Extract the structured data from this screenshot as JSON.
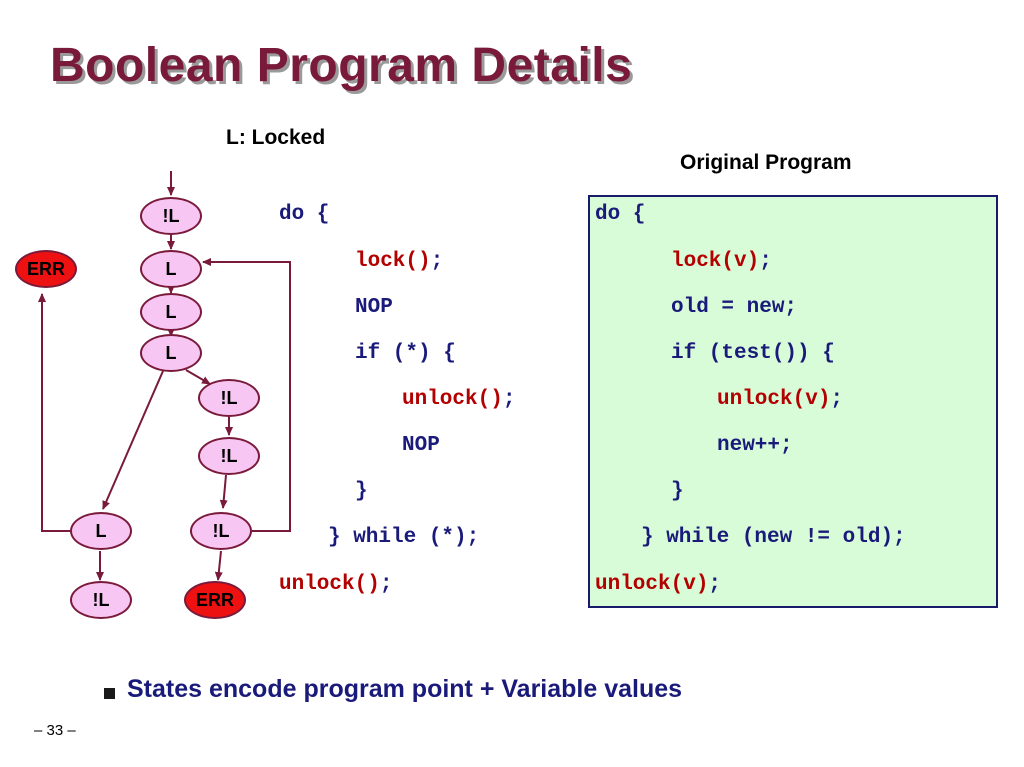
{
  "title": "Boolean Program Details",
  "legend_label": "L: Locked",
  "original_caption": "Original Program",
  "colors": {
    "title": "#7a1a3a",
    "code_blue": "#1a1a7a",
    "code_red": "#b30000",
    "node_fill": "#f7c6f3",
    "err_fill": "#ee1111",
    "edge": "#7a1a3a",
    "orig_box_fill": "#d8fcd8"
  },
  "nodes": {
    "n1": "!L",
    "n2": "L",
    "n3": "L",
    "n4": "L",
    "err_left": "ERR",
    "n5": "!L",
    "n6": "!L",
    "n7": "!L",
    "n8": "L",
    "n9": "!L",
    "err_bottom": "ERR"
  },
  "bool_program": {
    "line1": "do {",
    "line2_call": "lock()",
    "line2_semi": ";",
    "line3": "NOP",
    "line4": "if (*) {",
    "line5_call": "unlock()",
    "line5_semi": ";",
    "line6": "NOP",
    "line7": "}",
    "line8": "} while (*);",
    "line9_call": "unlock()",
    "line9_semi": ";"
  },
  "original_program": {
    "line1": "do {",
    "line2_call": "lock(v)",
    "line2_semi": ";",
    "line3": "old = new;",
    "line4": "if (test()) {",
    "line5_call": "unlock(v)",
    "line5_semi": ";",
    "line6": "new++;",
    "line7": "}",
    "line8": "} while (new != old);",
    "line9_call": "unlock(v)",
    "line9_semi": ";"
  },
  "bullet": "States encode program point + Variable values",
  "page_number": "– 33 –"
}
